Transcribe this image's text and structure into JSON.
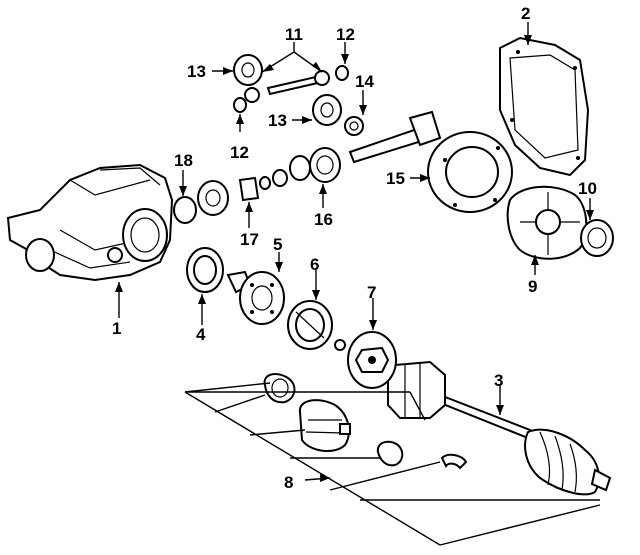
{
  "callouts": {
    "c1": "1",
    "c2": "2",
    "c3": "3",
    "c4": "4",
    "c5": "5",
    "c6": "6",
    "c7": "7",
    "c8": "8",
    "c9": "9",
    "c10": "10",
    "c11": "11",
    "c12a": "12",
    "c12b": "12",
    "c13a": "13",
    "c13b": "13",
    "c14": "14",
    "c15": "15",
    "c16": "16",
    "c17": "17",
    "c18": "18"
  },
  "colors": {
    "line": "#000000",
    "background": "#ffffff"
  }
}
